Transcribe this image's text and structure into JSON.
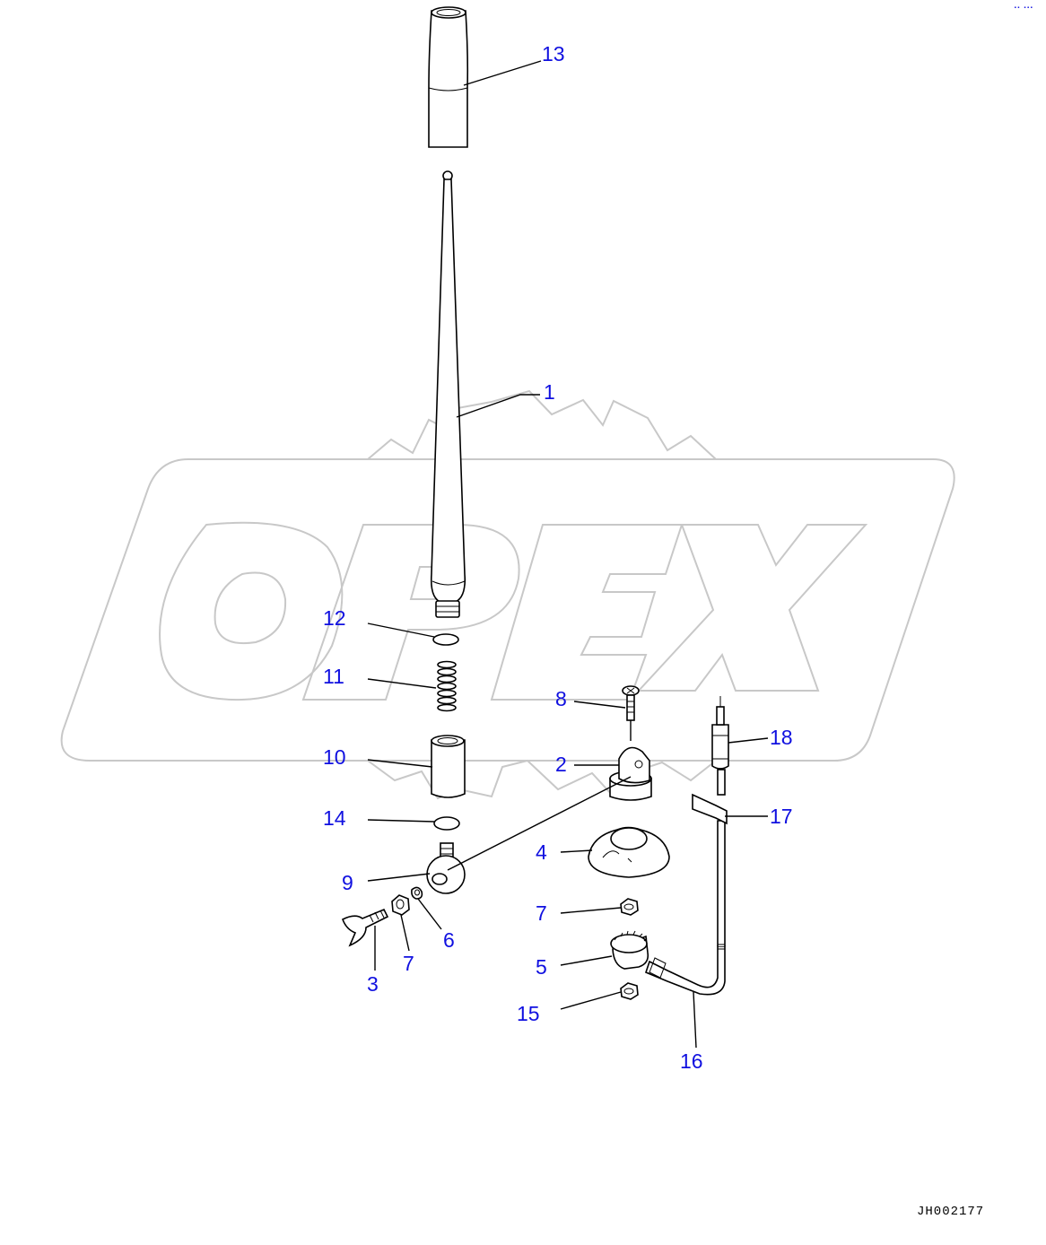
{
  "watermark": {
    "text": "OPEX",
    "color": "#c8c8c8"
  },
  "callout_color": "#1010e0",
  "drawing_ref": "JH002177",
  "corner_mark": "▪▪ ▪▪▪",
  "callouts": {
    "c1": "1",
    "c2": "2",
    "c3": "3",
    "c4": "4",
    "c5": "5",
    "c6": "6",
    "c7a": "7",
    "c7b": "7",
    "c8": "8",
    "c9": "9",
    "c10": "10",
    "c11": "11",
    "c12": "12",
    "c13": "13",
    "c14": "14",
    "c15": "15",
    "c16": "16",
    "c17": "17",
    "c18": "18"
  }
}
